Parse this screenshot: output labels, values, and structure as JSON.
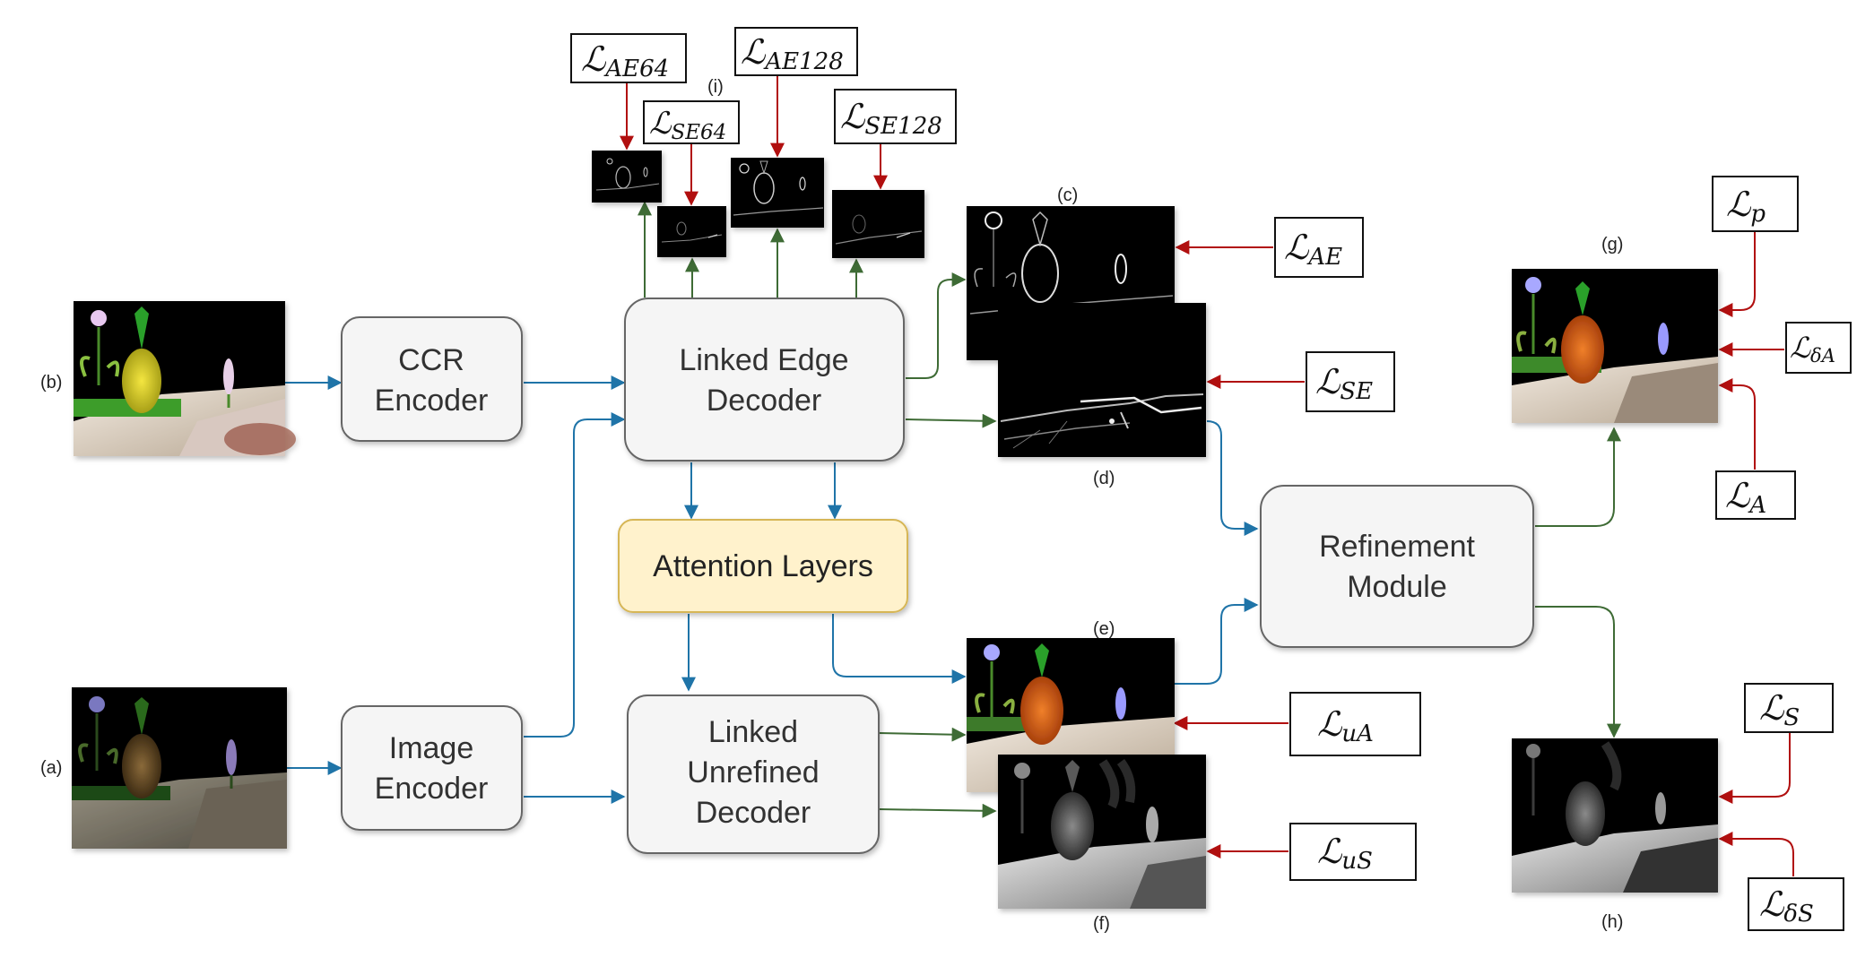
{
  "colors": {
    "blue_arrow": "#1f74a8",
    "green_arrow": "#3e6b35",
    "red_arrow": "#b10f0f",
    "block_fill": "#f5f5f5",
    "block_stroke": "#666666",
    "attention_fill": "#fff2cc",
    "attention_stroke": "#d6b656"
  },
  "blocks": {
    "ccr_encoder": [
      "CCR",
      "Encoder"
    ],
    "image_encoder": [
      "Image",
      "Encoder"
    ],
    "linked_edge_decoder": [
      "Linked Edge",
      "Decoder"
    ],
    "attention_layers": [
      "Attention Layers"
    ],
    "linked_unrefined_decoder": [
      "Linked",
      "Unrefined",
      "Decoder"
    ],
    "refinement_module": [
      "Refinement",
      "Module"
    ]
  },
  "captions": {
    "a": "(a)",
    "b": "(b)",
    "c": "(c)",
    "d": "(d)",
    "e": "(e)",
    "f": "(f)",
    "g": "(g)",
    "h": "(h)",
    "i": "(i)"
  },
  "losses": {
    "ae64": {
      "symbol": "ℒ",
      "sub": "AE64"
    },
    "se64": {
      "symbol": "ℒ",
      "sub": "SE64"
    },
    "ae128": {
      "symbol": "ℒ",
      "sub": "AE128"
    },
    "se128": {
      "symbol": "ℒ",
      "sub": "SE128"
    },
    "ae": {
      "symbol": "ℒ",
      "sub": "AE"
    },
    "se": {
      "symbol": "ℒ",
      "sub": "SE"
    },
    "ua": {
      "symbol": "ℒ",
      "sub": "uA"
    },
    "us": {
      "symbol": "ℒ",
      "sub": "uS"
    },
    "p": {
      "symbol": "ℒ",
      "sub": "p"
    },
    "da": {
      "symbol": "ℒ",
      "sub": "δA"
    },
    "a": {
      "symbol": "ℒ",
      "sub": "A"
    },
    "s": {
      "symbol": "ℒ",
      "sub": "S"
    },
    "ds": {
      "symbol": "ℒ",
      "sub": "δS"
    }
  },
  "images": {
    "input_image": "dim garden scene with vase and flowers",
    "ccr_image": "color-enhanced garden scene",
    "edge_maps": "white edge maps on black"
  }
}
